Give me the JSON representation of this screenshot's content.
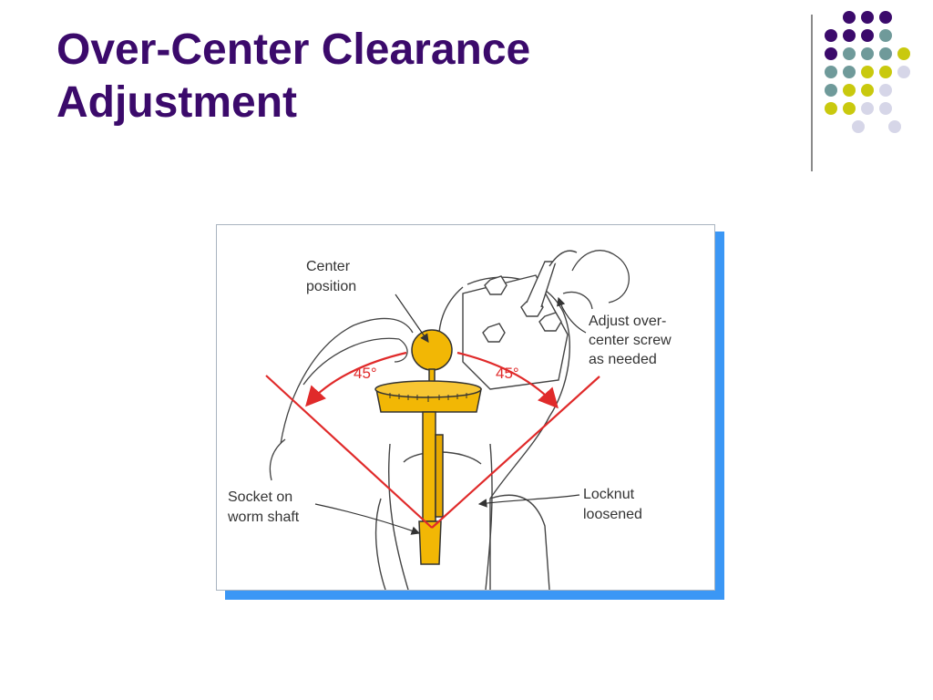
{
  "slide": {
    "title_line1": "Over-Center Clearance",
    "title_line2": "Adjustment"
  },
  "diagram": {
    "labels": {
      "center_position": [
        "Center",
        "position"
      ],
      "adjust_screw": [
        "Adjust over-",
        "center screw",
        "as needed"
      ],
      "socket": [
        "Socket on",
        "worm shaft"
      ],
      "locknut": [
        "Locknut",
        "loosened"
      ],
      "angle_left": "45°",
      "angle_right": "45°"
    }
  },
  "colors": {
    "title": "#3b0a6b",
    "shadow": "#3b97f5",
    "arrow_red": "#e02a2a",
    "yellow_part": "#f2b705",
    "dot_purple": "#3b0a6b",
    "dot_teal": "#6f9a9a",
    "dot_lime": "#c9c90e",
    "dot_lavender": "#d6d6e8"
  },
  "icons": {
    "decoration": "dot-grid-icon"
  }
}
